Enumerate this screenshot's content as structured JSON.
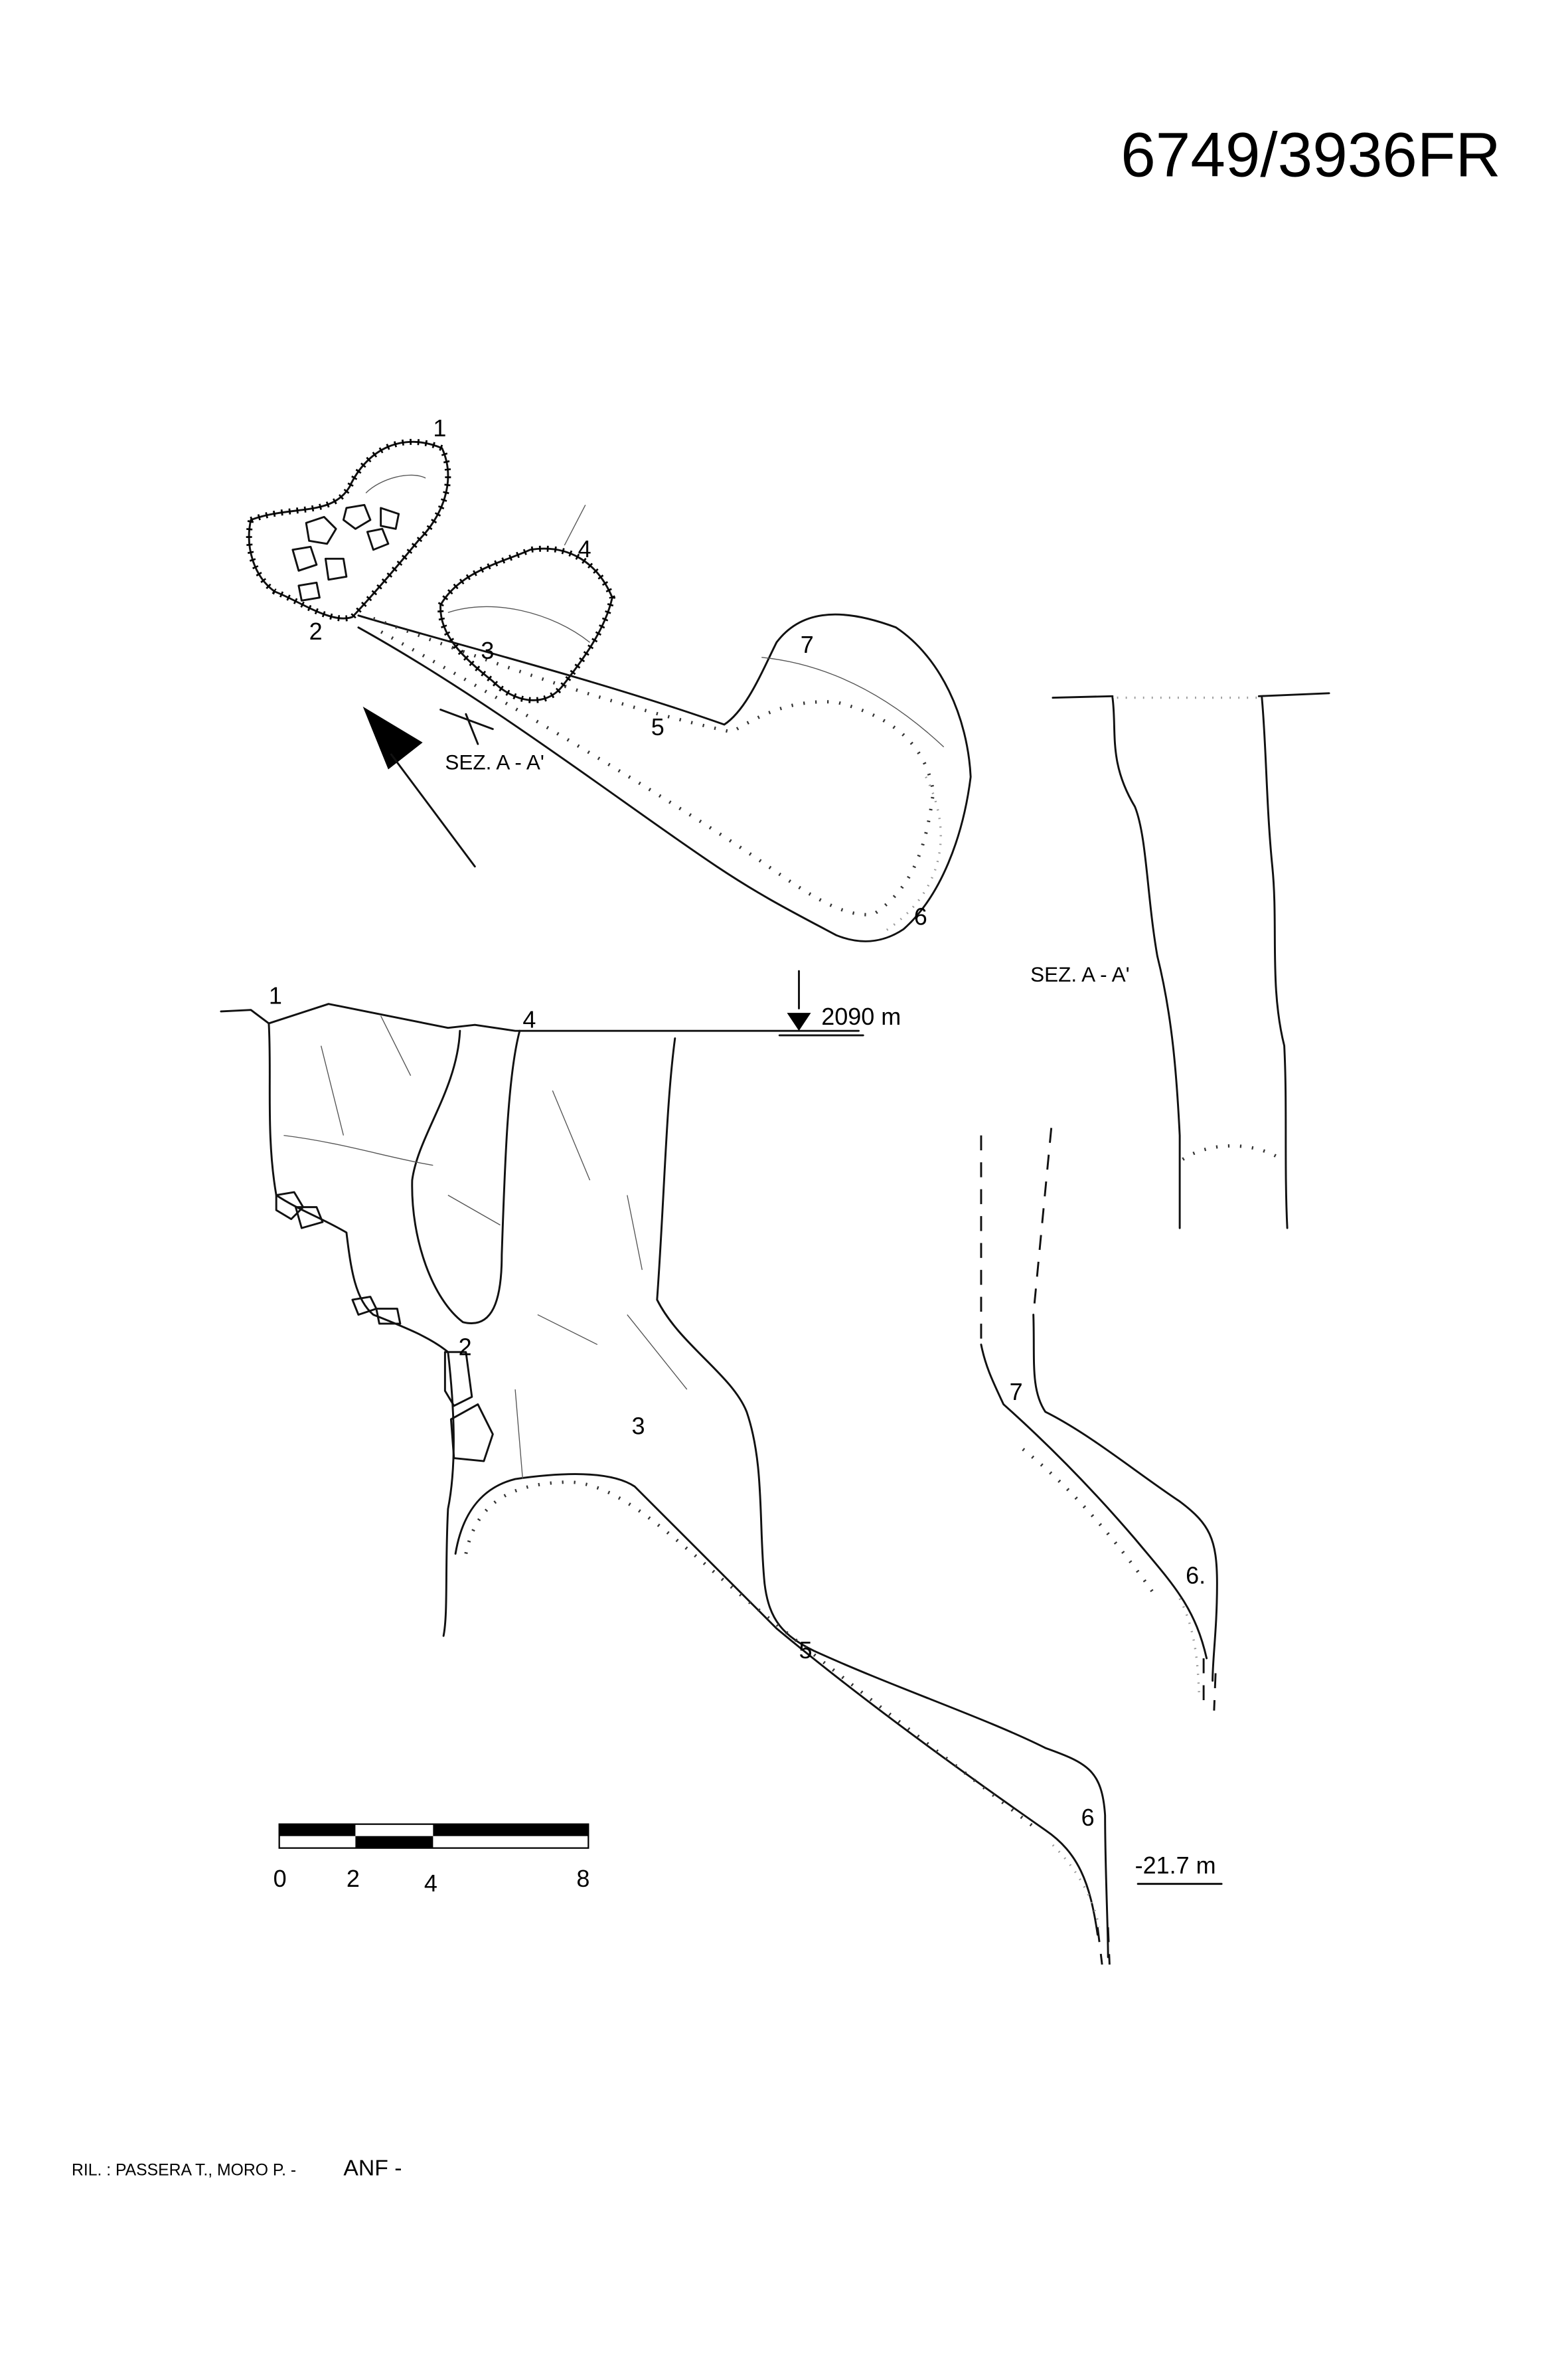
{
  "title": "6749/3936FR",
  "plan": {
    "points": [
      "1",
      "2",
      "3",
      "4",
      "5",
      "6",
      "7"
    ],
    "section_label": "SEZ. A - A'"
  },
  "section": {
    "label": "SEZ. A - A'"
  },
  "profile": {
    "points": [
      "1",
      "4",
      "2",
      "3",
      "5",
      "6"
    ],
    "elevation_top": "2090 m",
    "depth_bottom": "-21.7 m"
  },
  "side_profile": {
    "points": [
      "7",
      "6."
    ]
  },
  "scale_bar": {
    "ticks": [
      "0",
      "2",
      "4",
      "8"
    ]
  },
  "credits": {
    "surveyors": "RIL. : PASSERA T., MORO P. -",
    "group": "ANF -"
  }
}
